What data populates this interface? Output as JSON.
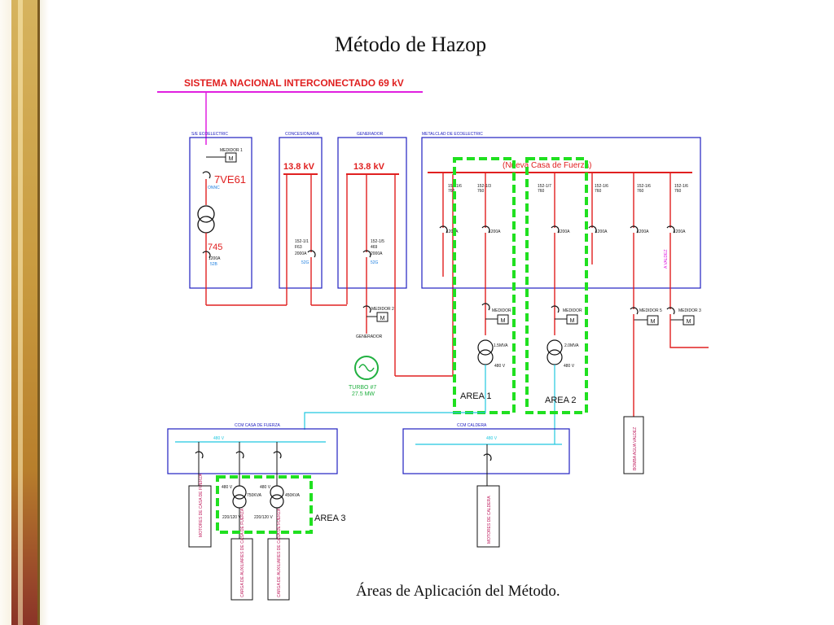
{
  "slide": {
    "title": "Método de Hazop",
    "caption": "Áreas de Aplicación del Método."
  },
  "diagram": {
    "grid_label": "SISTEMA NACIONAL INTERCONECTADO 69 kV",
    "se_box_label": "S/E ECOELECTRIC",
    "se_meter_label": "MEDIDOR 1",
    "se_relay_label": "7VE61",
    "se_relay_sub": "ONNC",
    "se_relay2_label": "745",
    "se_breaker_rating": "1200A",
    "se_breaker_tag": "52B",
    "meter_symbol": "M",
    "concesionaria_label": "CONCESIONARIA",
    "conc_voltage": "13.8 kV",
    "conc_breaker_id": "152-1/1",
    "conc_breaker_pos": "F63",
    "conc_breaker_rating": "2000A",
    "conc_breaker_tag": "52G",
    "generador_label": "GENERADOR",
    "gen_voltage": "13.8 kV",
    "gen_breaker_id": "152-1/5",
    "gen_breaker_pos": "469",
    "gen_breaker_rating": "2000A",
    "gen_breaker_tag": "52G",
    "gen_meter_label": "MEDIDOR 2",
    "gen_caption": "GENERADOR",
    "turbo_label": "TURBO #7",
    "turbo_rating": "27.5 MW",
    "switchgear_label": "METALCLAD DE ECOELECTRIC",
    "nueva_casa": "(Nueva Casa de Fuerza)",
    "feeders": [
      {
        "id": "152-1/6",
        "pos": "760",
        "rating": "1200A"
      },
      {
        "id": "152-1/3",
        "pos": "760",
        "rating": "1200A"
      },
      {
        "id": "152-1/7",
        "pos": "760",
        "rating": "1200A"
      },
      {
        "id": "152-1/6",
        "pos": "760",
        "rating": "1200A"
      },
      {
        "id": "152-1/6",
        "pos": "760",
        "rating": "1200A"
      },
      {
        "id": "152-1/6",
        "pos": "760",
        "rating": "1200A"
      }
    ],
    "feeder_side_note": "A VALDEZ",
    "area1_meter": "MEDIDOR",
    "area2_meter": "MEDIDOR",
    "meter5_label": "MEDIDOR 5",
    "meter3_label": "MEDIDOR 3",
    "area1_tx": "1.5MVA",
    "area2_tx": "2.0MVA",
    "tx_lv": "480 V",
    "area1_label": "AREA 1",
    "area2_label": "AREA 2",
    "area3_label": "AREA 3",
    "ccm_fuerza_label": "CCM CASA DE FUERZA",
    "ccm_caldera_label": "CCM CALDERA",
    "ccm_bus_voltage": "480 V",
    "bomba_label": "BOMBA AGUA VALDEZ",
    "motores_fuerza": "MOTORES DE CASA DE FUERZA",
    "motores_caldera": "MOTORES DE CALDERA",
    "tx3a_rating": "750KVA",
    "tx3b_rating": "450KVA",
    "tx3a_lv": "220/120 V",
    "tx3b_lv": "220/120 V",
    "carga_a": "CARGA DE AUXILIARES DE CASA DE FUERZA",
    "carga_b": "CARGA DE AUXILIARES DE CASA DE FUERZA",
    "colors": {
      "grid": "#e020e0",
      "hv": "#e02020",
      "lv": "#20c8e0",
      "box": "#2020c0",
      "area": "#20e020",
      "motor": "#c02060",
      "breaker": "#111111"
    }
  }
}
